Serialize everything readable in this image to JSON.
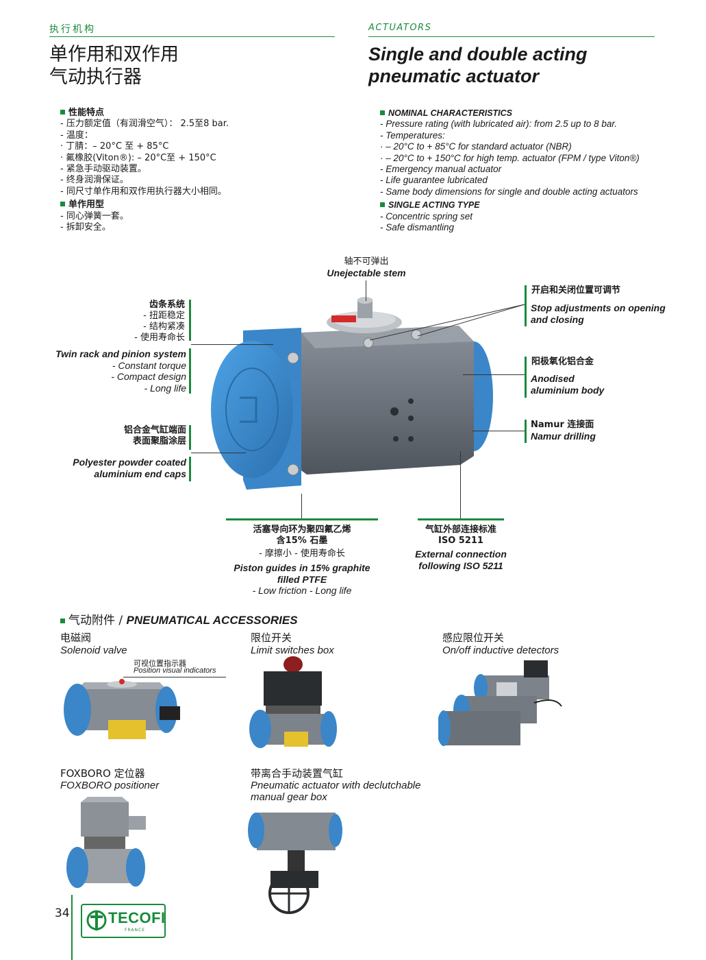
{
  "header": {
    "section_cn": "执行机构",
    "section_en": "ACTUATORS",
    "title_cn_line1": "单作用和双作用",
    "title_cn_line2": "气动执行器",
    "title_en_line1": "Single and double acting",
    "title_en_line2": "pneumatic actuator"
  },
  "features_cn": {
    "heading": "性能特点",
    "items": [
      "- 压力额定值（有润滑空气）：  2.5至8 bar.",
      "- 温度：",
      "· 丁腈：– 20°C 至  + 85°C",
      "· 氟橡胶(Viton®): – 20°C至  + 150°C",
      "- 紧急手动驱动装置。",
      "- 终身润滑保证。",
      "- 同尺寸单作用和双作用执行器大小相同。"
    ],
    "heading2": "单作用型",
    "items2": [
      "- 同心弹簧一套。",
      "- 拆卸安全。"
    ]
  },
  "features_en": {
    "heading": "NOMINAL CHARACTERISTICS",
    "items": [
      "-  Pressure rating (with lubricated air): from 2.5 up to 8 bar.",
      "-  Temperatures:",
      "·  – 20°C to + 85°C for standard actuator (NBR)",
      "·  – 20°C to + 150°C for high temp. actuator (FPM / type Viton®)",
      "-  Emergency manual actuator",
      "-  Life guarantee lubricated",
      "-  Same body dimensions for single and double acting actuators"
    ],
    "heading2": "SINGLE ACTING TYPE",
    "items2": [
      "- Concentric spring set",
      "- Safe dismantling"
    ]
  },
  "callouts": {
    "stem_cn": "轴不可弹出",
    "stem_en": "Unejectable stem",
    "stop_cn": "开启和关闭位置可调节",
    "stop_en1": "Stop adjustments on opening",
    "stop_en2": "and closing",
    "rack_cn": "齿条系统",
    "rack_cn_items": [
      "- 扭距稳定",
      "- 结构紧凑",
      "- 使用寿命长"
    ],
    "rack_en": "Twin rack and pinion system",
    "rack_en_items": [
      "- Constant torque",
      "- Compact design",
      "- Long life"
    ],
    "body_cn": "阳极氧化铝合金",
    "body_en1": "Anodised",
    "body_en2": "aluminium body",
    "endcap_cn1": "铝合金气缸端面",
    "endcap_cn2": "表面聚脂涂层",
    "endcap_en1": "Polyester powder coated",
    "endcap_en2": "aluminium end caps",
    "namur_cn": "Namur 连接面",
    "namur_en": "Namur drilling",
    "piston_cn1": "活塞导向环为聚四氟乙烯",
    "piston_cn2": "含15% 石墨",
    "piston_cn3": "- 摩擦小  - 使用寿命长",
    "piston_en1": "Piston guides in 15% graphite",
    "piston_en2": "filled PTFE",
    "piston_en3": "- Low friction  - Long life",
    "ext_cn1": "气缸外部连接标准",
    "ext_cn2": "ISO 5211",
    "ext_en1": "External connection",
    "ext_en2": "following ISO 5211"
  },
  "accessories": {
    "heading_cn": "气动附件 / ",
    "heading_en": "PNEUMATICAL ACCESSORIES",
    "solenoid_cn": "电磁阀",
    "solenoid_en": "Solenoid valve",
    "indicator_cn": "可视位置指示器",
    "indicator_en": "Position visual indicators",
    "limit_cn": "限位开关",
    "limit_en": "Limit switches box",
    "inductive_cn": "感应限位开关",
    "inductive_en": "On/off inductive detectors",
    "foxboro_cn": "FOXBORO 定位器",
    "foxboro_en": "FOXBORO positioner",
    "gear_cn": "带离合手动装置气缸",
    "gear_en1": "Pneumatic actuator with declutchable",
    "gear_en2": "manual gear box"
  },
  "footer": {
    "page_number": "34",
    "brand": "TECOFI",
    "brand_sub": "FRANCE"
  },
  "colors": {
    "accent_green": "#1a8a3c",
    "actuator_blue": "#3d8fd1",
    "body_gray": "#6f7680"
  }
}
